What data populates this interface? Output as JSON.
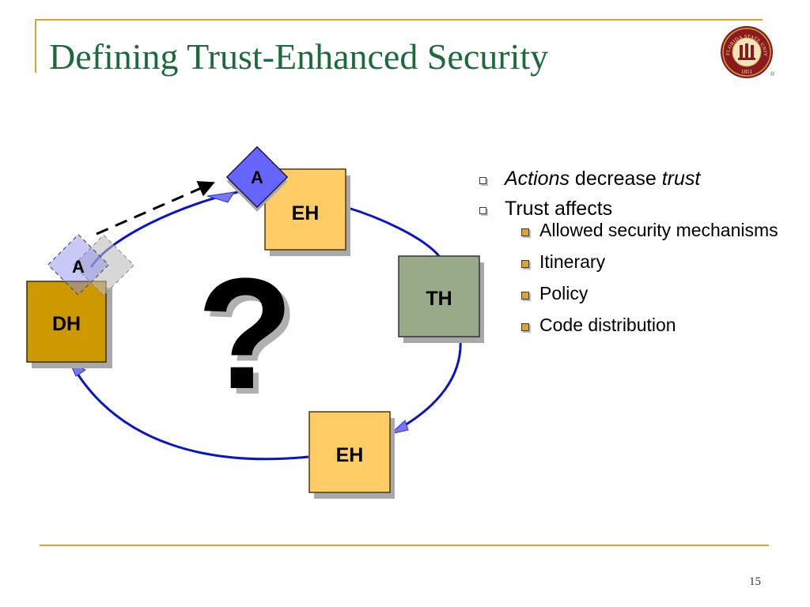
{
  "slide": {
    "title": "Defining Trust-Enhanced Security",
    "page_number": "15"
  },
  "logo": {
    "text_top": "FLORIDA STATE UNIVERSITY",
    "year": "1851",
    "registered_mark": "®",
    "colors": {
      "garnet": "#8b1a1a",
      "gold": "#c8a24a"
    }
  },
  "diagram": {
    "nodes": {
      "dh": "DH",
      "eh_top": "EH",
      "th": "TH",
      "eh_bottom": "EH",
      "agent_moving": "A",
      "agent_ghost": "A"
    },
    "question_mark": "?",
    "colors": {
      "dh": "#cc9900",
      "eh": "#ffcc66",
      "th": "#99aa88",
      "agent": "#6666ff",
      "cycle_line": "#0a14c8",
      "arrow_head": "#7777ee",
      "shadow": "#a9a9a9"
    }
  },
  "bullets": {
    "b1_em1": "Actions",
    "b1_mid": " decrease ",
    "b1_em2": "trust",
    "b2": "Trust affects",
    "sub": [
      "Allowed security mechanisms",
      "Itinerary",
      "Policy",
      "Code distribution"
    ]
  },
  "theme": {
    "accent": "#d9a33a",
    "title_color": "#1b6b3a"
  }
}
